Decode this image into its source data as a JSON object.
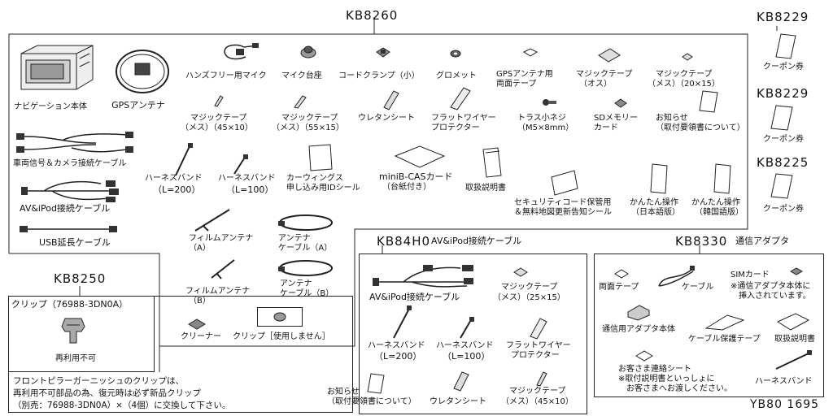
{
  "codes": {
    "main": "KB8260",
    "coupon1": "KB8229",
    "coupon2": "KB8229",
    "coupon3": "KB8225",
    "av_cable": "KB84H0",
    "adapter": "KB8330",
    "clip": "KB8250",
    "diagram_id": "YB80 1695"
  },
  "main_box": {
    "nav_unit": "ナビゲーション本体",
    "gps_antenna": "GPSアンテナ",
    "vehicle_cable": "車両信号＆カメラ接続ケーブル",
    "av_ipod_cable": "AV&iPod接続ケーブル",
    "usb_cable": "USB延長ケーブル",
    "handsfree_mic": "ハンズフリー用マイク",
    "mic_base": "マイク台座",
    "cord_clamp": "コードクランプ（小）",
    "grommet": "グロメット",
    "gps_tape_1": "GPSアンテナ用",
    "gps_tape_2": "両面テープ",
    "magic_tape_male_1": "マジックテープ",
    "magic_tape_male_2": "（オス）",
    "magic_tape_female_1": "マジックテープ",
    "magic_tape_female_2": "（メス）（20×15）",
    "mt_45_1": "マジックテープ",
    "mt_45_2": "（メス）（45×10）",
    "mt_55_1": "マジックテープ",
    "mt_55_2": "（メス）（55×15）",
    "urethane_sheet": "ウレタンシート",
    "flat_wiper_1": "フラットワイヤー",
    "flat_wiper_2": "プロテクター",
    "screw_1": "トラス小ネジ",
    "screw_2": "（M5×8mm）",
    "sd_card_1": "SDメモリー",
    "sd_card_2": "カード",
    "notice_1": "お知らせ",
    "notice_2": "（取付要領書について）",
    "harness_200_1": "ハーネスバンド",
    "harness_200_2": "（L=200）",
    "harness_100_1": "ハーネスバンド",
    "harness_100_2": "（L=100）",
    "carwings_1": "カーウィングス",
    "carwings_2": "申し込み用IDシール",
    "bcas_1": "miniB-CASカード",
    "bcas_2": "（台紙付き）",
    "manual": "取扱説明書",
    "security_1": "セキュリティコード保管用",
    "security_2": "＆無料地図更新告知シール",
    "quick_ja_1": "かんたん操作",
    "quick_ja_2": "（日本語版）",
    "quick_ko_1": "かんたん操作",
    "quick_ko_2": "（韓国語版）",
    "film_a_1": "フィルムアンテナ",
    "film_a_2": "（A）",
    "ant_cable_a_1": "アンテナ",
    "ant_cable_a_2": "ケーブル（A）",
    "film_b_1": "フィルムアンテナ",
    "film_b_2": "（B）",
    "ant_cable_b_1": "アンテナ",
    "ant_cable_b_2": "ケーブル（B）",
    "cleaner": "クリーナー",
    "clip_unused": "クリップ［使用しません］"
  },
  "coupons": {
    "c1": "クーポン券",
    "c2": "クーポン券",
    "c3": "クーポン券"
  },
  "av_box": {
    "title": "AV&iPod接続ケーブル",
    "cable": "AV&iPod接続ケーブル",
    "mt_1": "マジックテープ",
    "mt_2": "（メス）（25×15）",
    "harness_200_1": "ハーネスバンド",
    "harness_200_2": "（L=200）",
    "harness_100_1": "ハーネスバンド",
    "harness_100_2": "（L=100）",
    "flat_1": "フラットワイヤー",
    "flat_2": "プロテクター",
    "notice_1": "お知らせ",
    "notice_2": "（取付要領書について）",
    "urethane": "ウレタンシート",
    "mt45_1": "マジックテープ",
    "mt45_2": "（メス）（45×10）"
  },
  "adapter_box": {
    "title": "通信アダプタ",
    "double_tape": "両面テープ",
    "cable": "ケーブル",
    "sim_1": "SIMカード",
    "sim_2": "※通信アダプタ本体に",
    "sim_3": "挿入されています。",
    "body": "通信用アダプタ本体",
    "cable_tape": "ケーブル保護テープ",
    "manual": "取扱説明書",
    "contact_1": "お客さま連絡シート",
    "contact_2": "※取付説明書といっしょに",
    "contact_3": "お客さまへお渡しください。",
    "harness": "ハーネスバンド"
  },
  "clip_box": {
    "title": "クリップ（76988-3DN0A）",
    "no_reuse": "再利用不可",
    "note_1": "フロントピラーガーニッシュのクリップは、",
    "note_2": "再利用不可部品の為、復元時は必ず新品クリップ",
    "note_3": "（別売：76988-3DN0A）×（4個）に交換して下さい。"
  }
}
